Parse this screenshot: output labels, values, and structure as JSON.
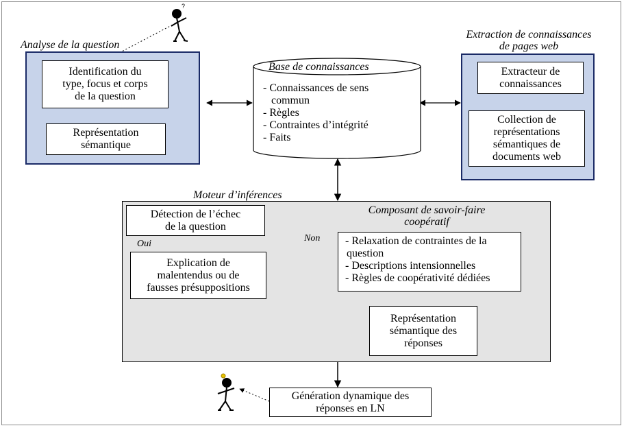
{
  "analyse": {
    "title": "Analyse de la question",
    "identification": [
      "Identification du",
      "type, focus et corps",
      "de la question"
    ],
    "representation": [
      "Représentation",
      "sémantique"
    ]
  },
  "base": {
    "title": "Base de connaissances",
    "items": [
      "- Connaissances de sens",
      "  commun",
      "- Règles",
      "- Contraintes d’intégrité",
      "- Faits"
    ]
  },
  "extraction": {
    "title": [
      "Extraction de connaissances",
      "de pages web"
    ],
    "extracteur": [
      "Extracteur de",
      "connaissances"
    ],
    "collection": [
      "Collection de",
      "représentations",
      "sémantiques de",
      "documents web"
    ]
  },
  "moteur": {
    "title": "Moteur  d’inférences",
    "detection": [
      "Détection de l’échec",
      "de la question"
    ],
    "oui": "Oui",
    "non": "Non",
    "explication": [
      "Explication de",
      "malentendus ou de",
      "fausses présuppositions"
    ],
    "composant_title": [
      "Composant de savoir-faire",
      "coopératif"
    ],
    "composant_items": [
      "- Relaxation de contraintes de la",
      "question",
      "- Descriptions intensionnelles",
      "- Règles de coopérativité dédiées"
    ],
    "representation_reponses": [
      "Représentation",
      "sémantique des",
      "réponses"
    ]
  },
  "generation": [
    "Génération dynamique des",
    "réponses en LN"
  ],
  "colors": {
    "panel_fill": "#c7d3ea",
    "panel_border": "#1a2a66",
    "engine_fill": "#e4e4e4"
  }
}
